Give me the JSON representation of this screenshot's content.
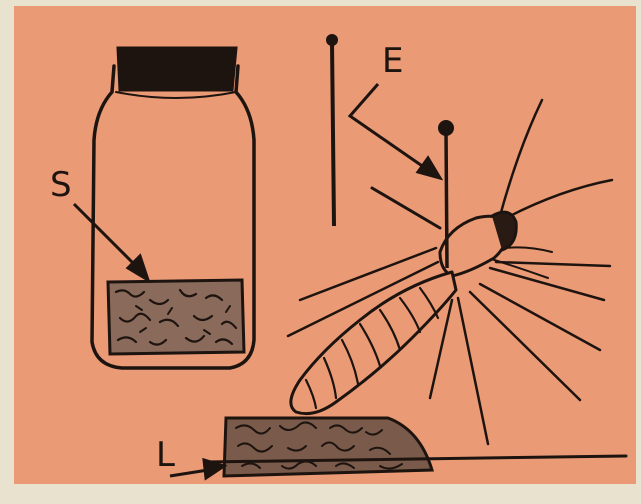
{
  "colors": {
    "background": "#eb9a76",
    "ink": "#1d1410",
    "paper_edge": "#e9e2cf"
  },
  "labels": {
    "jar_contents": "S",
    "pins": "E",
    "mount_block": "L"
  },
  "objects": {
    "jar": "glass-jar-with-cork",
    "pin": "insect-pin",
    "insect": "winged-insect-specimen",
    "block": "mounting-block"
  }
}
